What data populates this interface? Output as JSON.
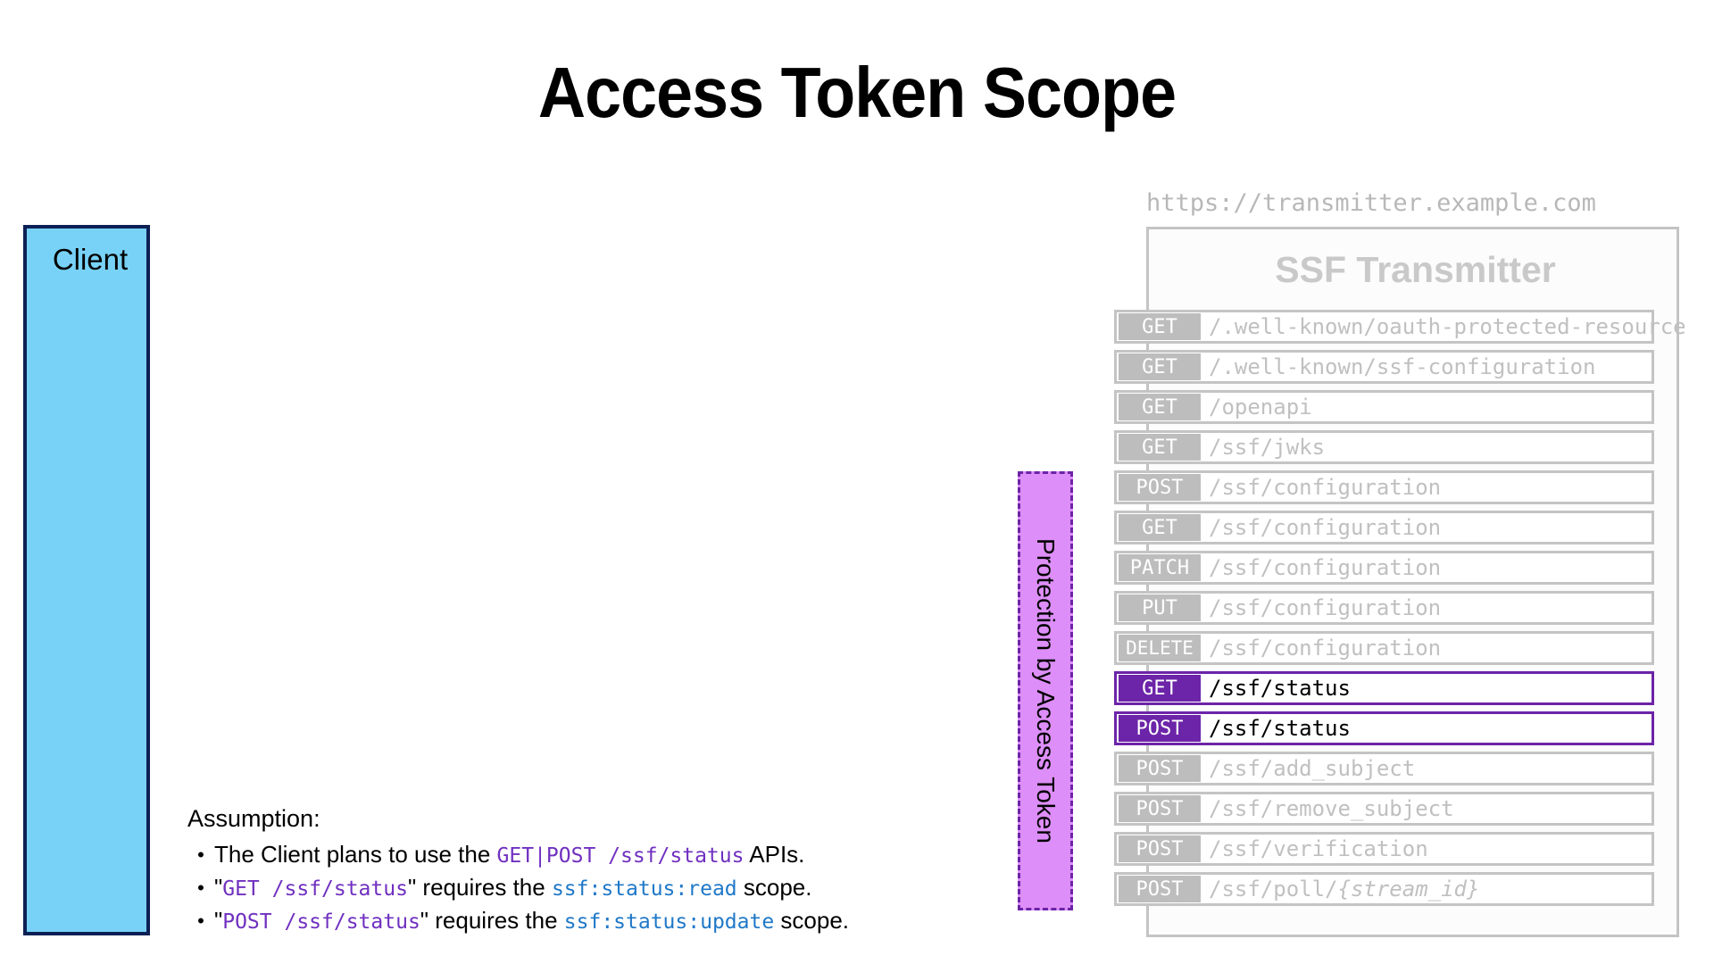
{
  "page": {
    "title": "Access Token Scope"
  },
  "client": {
    "label": "Client"
  },
  "transmitter": {
    "url": "https://transmitter.example.com",
    "title": "SSF Transmitter",
    "endpoints": [
      {
        "method": "GET",
        "path": "/.well-known/oauth-protected-resource",
        "highlighted": false
      },
      {
        "method": "GET",
        "path": "/.well-known/ssf-configuration",
        "highlighted": false
      },
      {
        "method": "GET",
        "path": "/openapi",
        "highlighted": false
      },
      {
        "method": "GET",
        "path": "/ssf/jwks",
        "highlighted": false
      },
      {
        "method": "POST",
        "path": "/ssf/configuration",
        "highlighted": false
      },
      {
        "method": "GET",
        "path": "/ssf/configuration",
        "highlighted": false
      },
      {
        "method": "PATCH",
        "path": "/ssf/configuration",
        "highlighted": false
      },
      {
        "method": "PUT",
        "path": "/ssf/configuration",
        "highlighted": false
      },
      {
        "method": "DELETE",
        "path": "/ssf/configuration",
        "highlighted": false
      },
      {
        "method": "GET",
        "path": "/ssf/status",
        "highlighted": true
      },
      {
        "method": "POST",
        "path": "/ssf/status",
        "highlighted": true
      },
      {
        "method": "POST",
        "path": "/ssf/add_subject",
        "highlighted": false
      },
      {
        "method": "POST",
        "path": "/ssf/remove_subject",
        "highlighted": false
      },
      {
        "method": "POST",
        "path": "/ssf/verification",
        "highlighted": false
      },
      {
        "method": "POST",
        "path": "/ssf/poll/",
        "path_italic": "{stream_id}",
        "highlighted": false
      }
    ]
  },
  "protection": {
    "label": "Protection by Access Token"
  },
  "assumption": {
    "heading": "Assumption:",
    "bullet_char": "•",
    "items": [
      {
        "parts": [
          {
            "text": "The Client plans to use the ",
            "style": "plain"
          },
          {
            "text": "GET|POST /ssf/status",
            "style": "mono-purple"
          },
          {
            "text": " APIs.",
            "style": "plain"
          }
        ]
      },
      {
        "parts": [
          {
            "text": "\"",
            "style": "plain"
          },
          {
            "text": "GET  /ssf/status",
            "style": "mono-purple"
          },
          {
            "text": "\" requires the ",
            "style": "plain"
          },
          {
            "text": "ssf:status:read",
            "style": "mono-blue"
          },
          {
            "text": " scope.",
            "style": "plain"
          }
        ]
      },
      {
        "parts": [
          {
            "text": "\"",
            "style": "plain"
          },
          {
            "text": "POST /ssf/status",
            "style": "mono-purple"
          },
          {
            "text": "\" requires the ",
            "style": "plain"
          },
          {
            "text": "ssf:status:update",
            "style": "mono-blue"
          },
          {
            "text": " scope.",
            "style": "plain"
          }
        ]
      }
    ]
  },
  "colors": {
    "client_fill": "#78d2f8",
    "client_border": "#0d2055",
    "protection_fill": "#dd8ef8",
    "accent_purple": "#6c24a8",
    "muted_gray": "#c0c0c0",
    "badge_gray": "#bdbdbd",
    "mono_purple": "#7030c0",
    "mono_blue": "#1f78c8"
  }
}
